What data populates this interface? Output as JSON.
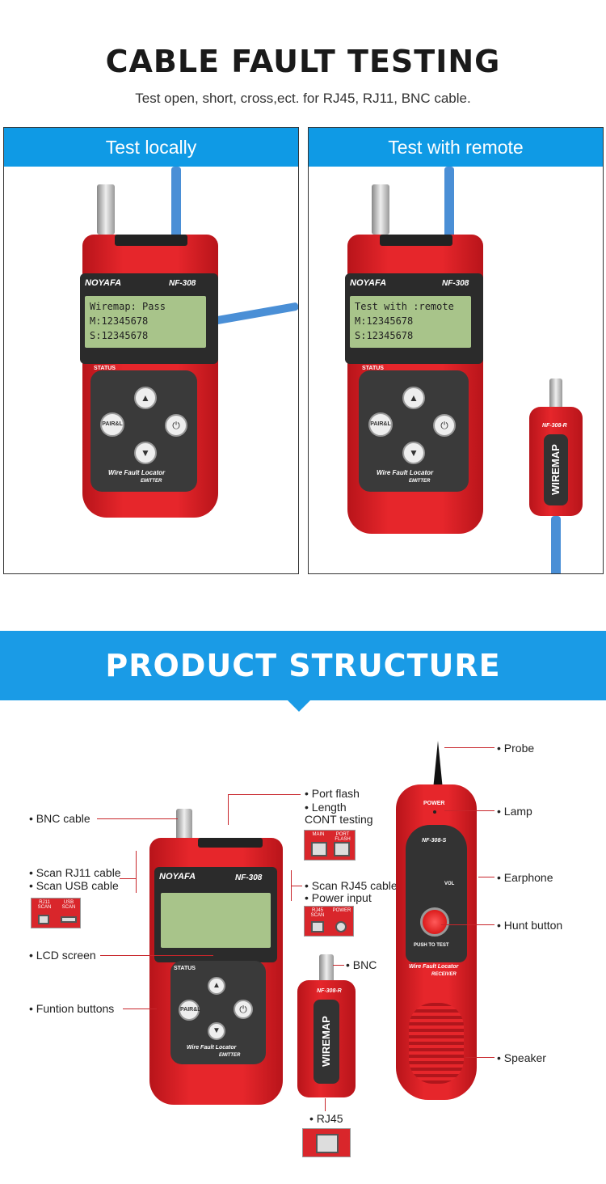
{
  "header": {
    "title": "CABLE FAULT TESTING",
    "subtitle": "Test open, short, cross,ect. for RJ45, RJ11, BNC cable."
  },
  "panels": [
    {
      "label": "Test locally",
      "device": {
        "brand": "NOYAFA",
        "model": "NF-308",
        "lcd": [
          "Wiremap: Pass",
          "M:12345678",
          "S:12345678"
        ],
        "status_label": "STATUS",
        "pair_label": "PAIR&L",
        "footer": "Wire Fault Locator",
        "footer_sub": "EMITTER"
      }
    },
    {
      "label": "Test with remote",
      "device": {
        "brand": "NOYAFA",
        "model": "NF-308",
        "lcd": [
          "Test with :remote",
          "M:12345678",
          "S:12345678"
        ],
        "status_label": "STATUS",
        "pair_label": "PAIR&L",
        "footer": "Wire Fault Locator",
        "footer_sub": "EMITTER"
      },
      "remote": {
        "model": "NF-308-R",
        "label": "WIREMAP"
      }
    }
  ],
  "structure": {
    "banner": "PRODUCT STRUCTURE",
    "left_callouts": {
      "bnc_cable": "• BNC cable",
      "scan_rj11": "• Scan RJ11 cable",
      "scan_usb": "• Scan USB cable",
      "lcd_screen": "• LCD screen",
      "function_buttons": "• Funtion buttons"
    },
    "center_callouts": {
      "port_flash": "• Port flash",
      "length": "• Length",
      "cont_testing": "CONT testing",
      "scan_rj45": "• Scan RJ45 cable",
      "power_input": "• Power input",
      "bnc": "• BNC",
      "rj45": "• RJ45"
    },
    "right_callouts": {
      "probe": "• Probe",
      "lamp": "• Lamp",
      "earphone": "• Earphone",
      "hunt_button": "• Hunt button",
      "speaker": "• Speaker"
    },
    "mini_labels": {
      "main": "MAIN",
      "port_flash": "PORT FLASH",
      "rj11_scan": "RJ11 SCAN",
      "usb_scan": "USB SCAN",
      "rj45_scan": "RJ45 SCAN",
      "power": "POWER"
    },
    "main_device": {
      "brand": "NOYAFA",
      "model": "NF-308",
      "status_label": "STATUS",
      "pair_label": "PAIR&L",
      "footer": "Wire Fault Locator",
      "footer_sub": "EMITTER"
    },
    "remote": {
      "model": "NF-308-R",
      "label": "WIREMAP"
    },
    "receiver": {
      "power_label": "POWER",
      "model": "NF-308-S",
      "vol_label": "VOL",
      "push_label": "PUSH TO TEST",
      "footer": "Wire Fault Locator",
      "footer_sub": "RECEIVER"
    }
  },
  "colors": {
    "accent_blue": "#1a9be6",
    "device_red": "#e6262b",
    "lcd_green": "#a8c48a"
  }
}
